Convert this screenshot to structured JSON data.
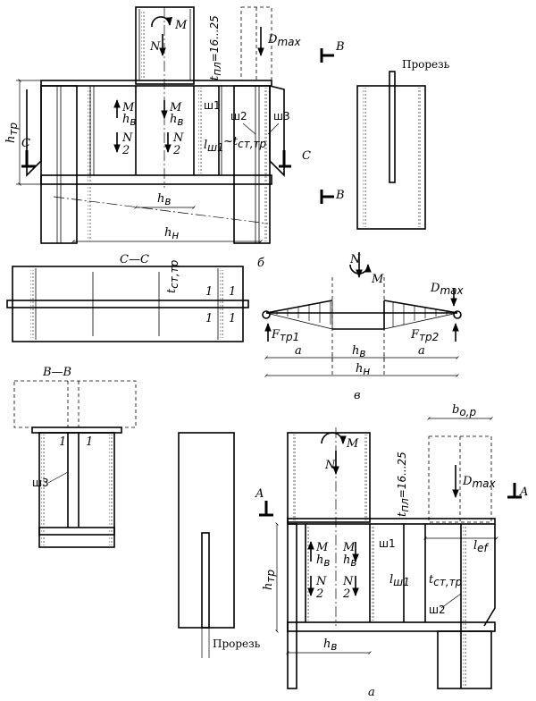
{
  "figure_b": {
    "caption": "б",
    "N": "N",
    "M": "M",
    "Dmax": "D",
    "Dmax_sub": "max",
    "t_pl": "t",
    "t_pl_sub": "пл",
    "t_pl_val": "=16...25",
    "B": "B",
    "slot": "Прорезь",
    "h_tr": "h",
    "h_tr_sub": "тр",
    "C": "C",
    "M_hv": "M",
    "hv": "h",
    "hv_sub": "в",
    "N_2": "N",
    "two": "2",
    "sh1": "ш1",
    "sh2": "ш2",
    "sh3": "ш3",
    "l_sh1": "l",
    "l_sh1_sub": "ш1",
    "t_st_tr": "~t",
    "t_st_tr_sub": "ст,тр",
    "h_v": "h",
    "h_v_sub": "в",
    "h_n": "h",
    "h_n_sub": "н"
  },
  "section_cc": {
    "title": "C—C",
    "t_st_tr": "t",
    "t_st_tr_sub": "ст,тр",
    "one": "1"
  },
  "figure_v": {
    "caption": "в",
    "N": "N",
    "M": "M",
    "Dmax": "D",
    "Dmax_sub": "max",
    "F_tr1": "F",
    "F_tr1_sub": "тр1",
    "F_tr2": "F",
    "F_tr2_sub": "тр2",
    "a": "a",
    "h_v": "h",
    "h_v_sub": "в",
    "h_n": "h",
    "h_n_sub": "н"
  },
  "section_bb": {
    "title": "B—B",
    "one": "1",
    "sh3": "ш3"
  },
  "slot_detail": {
    "slot": "Прорезь"
  },
  "figure_a": {
    "caption": "а",
    "b_or": "b",
    "b_or_sub": "о,р",
    "M": "M",
    "N": "N",
    "A": "A",
    "t_pl": "t",
    "t_pl_sub": "пл",
    "t_pl_val": "=16...25",
    "Dmax": "D",
    "Dmax_sub": "max",
    "l_ef": "l",
    "l_ef_sub": "ef",
    "h_tr": "h",
    "h_tr_sub": "тр",
    "M_hv": "M",
    "hv": "h",
    "hv_sub": "в",
    "N_2": "N",
    "two": "2",
    "sh1": "ш1",
    "sh2": "ш2",
    "l_sh1": "l",
    "l_sh1_sub": "ш1",
    "t_st_tr": "t",
    "t_st_tr_sub": "ст,тр",
    "h_v": "h",
    "h_v_sub": "в"
  }
}
